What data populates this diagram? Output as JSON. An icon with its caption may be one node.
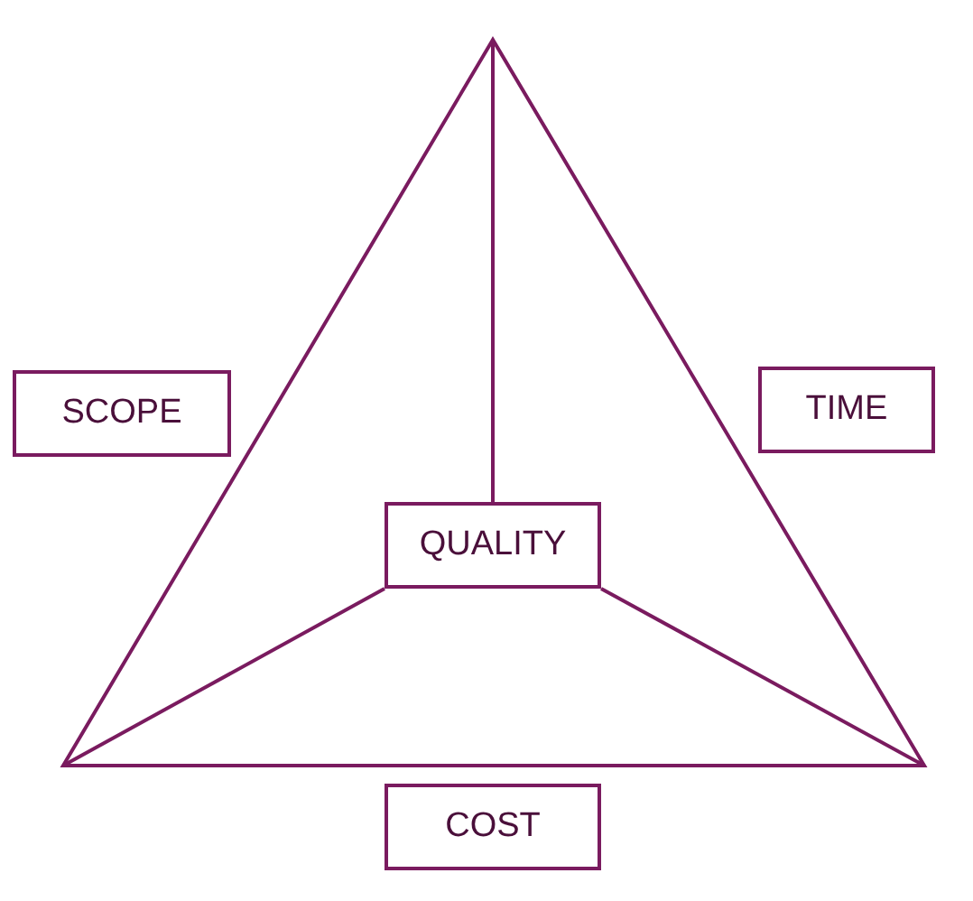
{
  "diagram": {
    "nodes": [
      {
        "text": [
          "SCOPE"
        ]
      },
      {
        "text": [
          "TIME"
        ]
      },
      {
        "text": [
          "QUALITY"
        ]
      },
      {
        "text": [
          "COST"
        ]
      }
    ],
    "edges": [
      {
        "from": 2,
        "to": null,
        "arrow": "none"
      },
      {
        "from": 2,
        "to": null,
        "arrow": "none"
      },
      {
        "from": 2,
        "to": null,
        "arrow": "none"
      }
    ]
  }
}
